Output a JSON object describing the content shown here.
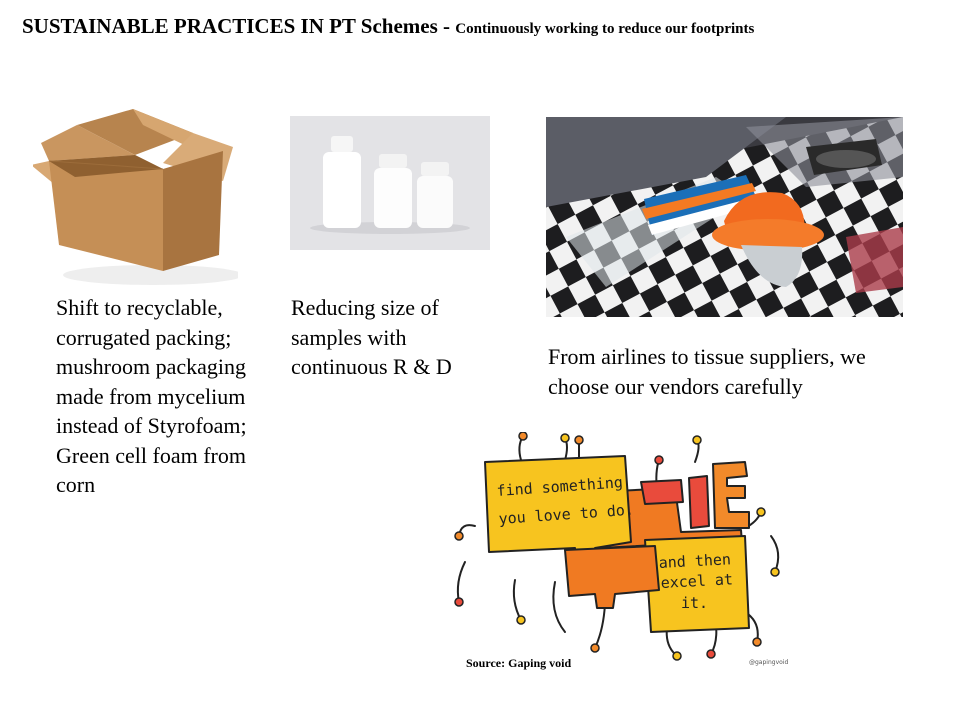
{
  "title": {
    "main": "SUSTAINABLE PRACTICES IN PT Schemes - ",
    "sub": "Continuously working to reduce our footprints"
  },
  "captions": {
    "box": "Shift to recyclable, corrugated packing; mushroom packaging made from mycelium instead of Styrofoam; Green cell foam from corn",
    "samples": "Reducing size of samples with continuous R & D",
    "vendors": "From airlines to tissue suppliers, we choose our vendors carefully"
  },
  "doodle": {
    "line1": "find something",
    "line2": "you love to do.",
    "line3": "and then",
    "line4": "excel at",
    "line5": "it.",
    "signature": "@gapingvoid"
  },
  "source": "Source: Gaping void",
  "colors": {
    "box": "#c9955c",
    "orange_hat": "#f26a1f",
    "doodle_yellow": "#f7c41f",
    "doodle_orange": "#f07a22"
  }
}
